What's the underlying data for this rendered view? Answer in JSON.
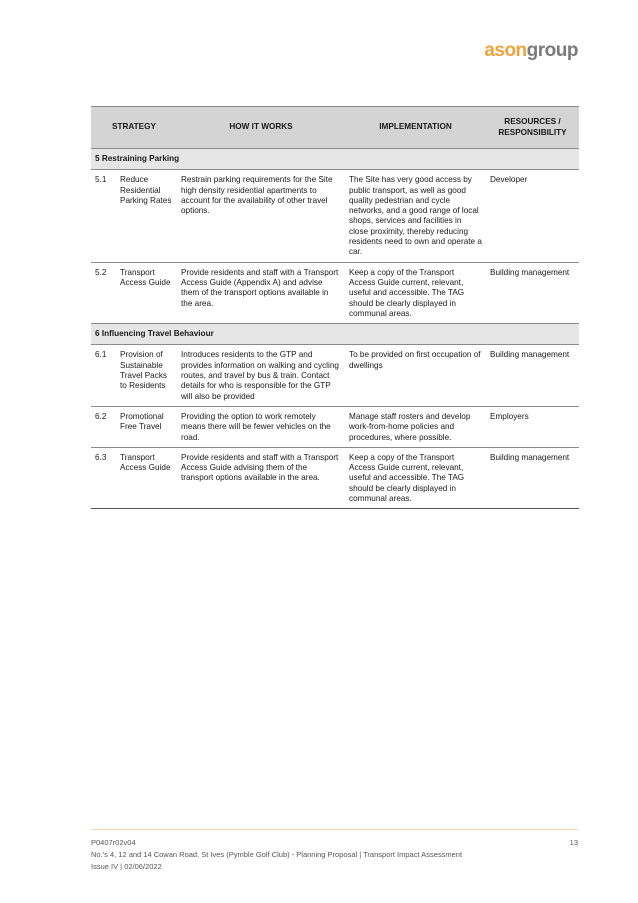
{
  "logo": {
    "part1": "ason",
    "part2": "group"
  },
  "table": {
    "headers": [
      "STRATEGY",
      "HOW IT WORKS",
      "IMPLEMENTATION",
      "RESOURCES / RESPONSIBILITY"
    ],
    "sections": [
      {
        "title": "5 Restraining Parking",
        "rows": [
          {
            "num": "5.1",
            "strategy": "Reduce Residential Parking Rates",
            "how": "Restrain parking requirements for the Site high density residential apartments to account for the availability of other travel options.",
            "impl": "The Site has very good access by public transport, as well as good quality pedestrian and cycle networks, and a good range of local shops, services and facilities in close proximity, thereby reducing residents need to own and operate a car.",
            "resp": "Developer"
          },
          {
            "num": "5.2",
            "strategy": "Transport Access Guide",
            "how": "Provide residents and staff with a Transport Access Guide (Appendix A) and advise them of the transport options available in the area.",
            "impl": "Keep a copy of the Transport Access Guide current, relevant, useful and accessible. The TAG should be clearly displayed in communal areas.",
            "resp": "Building management"
          }
        ]
      },
      {
        "title": "6 Influencing Travel Behaviour",
        "rows": [
          {
            "num": "6.1",
            "strategy": "Provision of Sustainable Travel Packs to Residents",
            "how": "Introduces residents to the GTP and provides information on walking and cycling routes, and travel by bus & train. Contact details for who is responsible for the GTP will also be provided",
            "impl": "To be provided on first occupation of dwellings",
            "resp": "Building management"
          },
          {
            "num": "6.2",
            "strategy": "Promotional Free Travel",
            "how": "Providing the option to work remotely means there will be fewer vehicles on the road.",
            "impl": "Manage staff rosters and develop work-from-home policies and procedures, where possible.",
            "resp": "Employers"
          },
          {
            "num": "6.3",
            "strategy": "Transport Access Guide",
            "how": "Provide residents and staff with a Transport Access Guide advising them of the transport options available in the area.",
            "impl": "Keep a copy of the Transport Access Guide current, relevant, useful and accessible. The TAG should be clearly displayed in communal areas.",
            "resp": "Building management"
          }
        ]
      }
    ]
  },
  "footer": {
    "ref": "P0407r02v04",
    "project": "No.'s 4, 12 and 14 Cowan Road, St Ives (Pymble Golf Club) - Planning Proposal  |  Transport Impact Assessment",
    "issue": "Issue IV  |  02/06/2022",
    "page": "13"
  }
}
